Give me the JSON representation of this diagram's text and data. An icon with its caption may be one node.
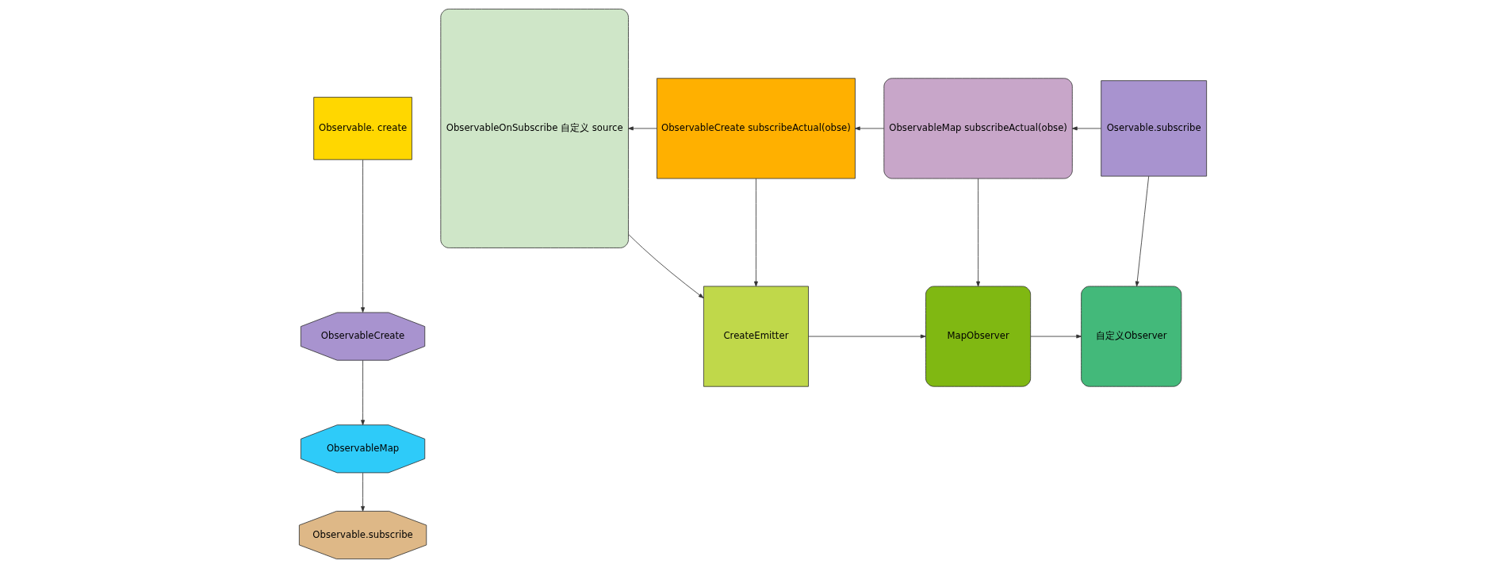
{
  "diagram": {
    "nodes": [
      {
        "text": [
          "Observable. create"
        ]
      },
      {
        "text": [
          "ObservableCreate"
        ]
      },
      {
        "text": [
          "ObservableMap"
        ]
      },
      {
        "text": [
          "Observable.subscribe"
        ]
      },
      {
        "text": [
          "ObservableOnSubscribe 自定义 source"
        ]
      },
      {
        "text": [
          "ObservableCreate subscribeActual(obse)"
        ]
      },
      {
        "text": [
          "ObservableMap subscribeActual(obse)"
        ]
      },
      {
        "text": [
          "Oservable.subscribe"
        ]
      },
      {
        "text": [
          "CreateEmitter"
        ]
      },
      {
        "text": [
          "MapObserver"
        ]
      },
      {
        "text": [
          "自定义Observer"
        ]
      }
    ],
    "edges": [
      {
        "from": 0,
        "to": 1,
        "arrow": "to"
      },
      {
        "from": 1,
        "to": 2,
        "arrow": "to"
      },
      {
        "from": 2,
        "to": 3,
        "arrow": "to"
      },
      {
        "from": 7,
        "to": 6,
        "arrow": "to"
      },
      {
        "from": 6,
        "to": 5,
        "arrow": "to"
      },
      {
        "from": 5,
        "to": 4,
        "arrow": "to"
      },
      {
        "from": 5,
        "to": 8,
        "arrow": "to"
      },
      {
        "from": 6,
        "to": 9,
        "arrow": "to"
      },
      {
        "from": 7,
        "to": 10,
        "arrow": "to"
      },
      {
        "from": 4,
        "to": 8,
        "arrow": "to"
      },
      {
        "from": 8,
        "to": 9,
        "arrow": "to"
      },
      {
        "from": 9,
        "to": 10,
        "arrow": "to"
      }
    ]
  }
}
